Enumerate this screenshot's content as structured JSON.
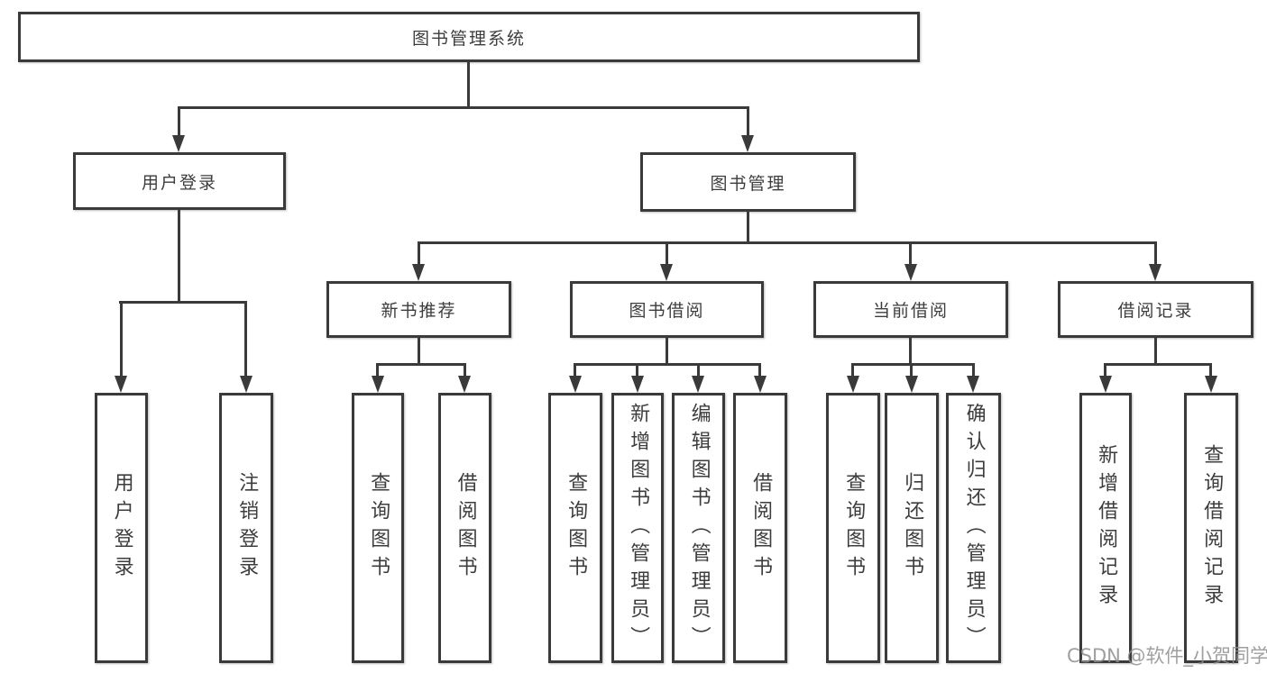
{
  "diagram": {
    "root": {
      "label": "图书管理系统"
    },
    "level1": [
      {
        "label": "用户登录"
      },
      {
        "label": "图书管理"
      }
    ],
    "level2": [
      {
        "label": "新书推荐"
      },
      {
        "label": "图书借阅"
      },
      {
        "label": "当前借阅"
      },
      {
        "label": "借阅记录"
      }
    ],
    "leaves": [
      {
        "label": "用户登录"
      },
      {
        "label": "注销登录"
      },
      {
        "label": "查询图书"
      },
      {
        "label": "借阅图书"
      },
      {
        "label": "查询图书"
      },
      {
        "label": "新增图书（管理员）"
      },
      {
        "label": "编辑图书（管理员）"
      },
      {
        "label": "借阅图书"
      },
      {
        "label": "查询图书"
      },
      {
        "label": "归还图书"
      },
      {
        "label": "确认归还（管理员）"
      },
      {
        "label": "新增借阅记录"
      },
      {
        "label": "查询借阅记录"
      }
    ]
  },
  "watermark": "CSDN @软件_小贺同学",
  "colors": {
    "line": "#3a3a3a",
    "text": "#3d3d3d",
    "watermark": "#8f8f8f",
    "background": "#ffffff"
  }
}
